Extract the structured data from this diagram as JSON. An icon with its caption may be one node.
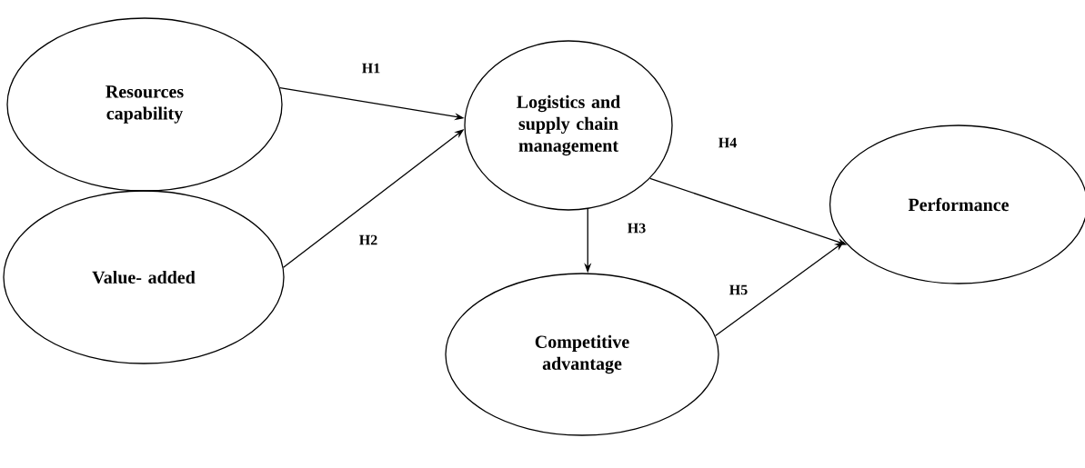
{
  "diagram": {
    "nodes": [
      {
        "text": [
          "Resources capability"
        ]
      },
      {
        "text": [
          "Value- added"
        ]
      },
      {
        "text": [
          "Logistics and supply chain management"
        ]
      },
      {
        "text": [
          "Competitive advantage"
        ]
      },
      {
        "text": [
          "Performance"
        ]
      }
    ],
    "edges": [
      {
        "from": 0,
        "to": 2,
        "arrow": "to",
        "label": "H1"
      },
      {
        "from": 1,
        "to": 2,
        "arrow": "to",
        "label": "H2"
      },
      {
        "from": 2,
        "to": 3,
        "arrow": "to",
        "label": "H3"
      },
      {
        "from": 2,
        "to": 4,
        "arrow": "to",
        "label": "H4"
      },
      {
        "from": 3,
        "to": 4,
        "arrow": "to",
        "label": "H5"
      }
    ]
  }
}
